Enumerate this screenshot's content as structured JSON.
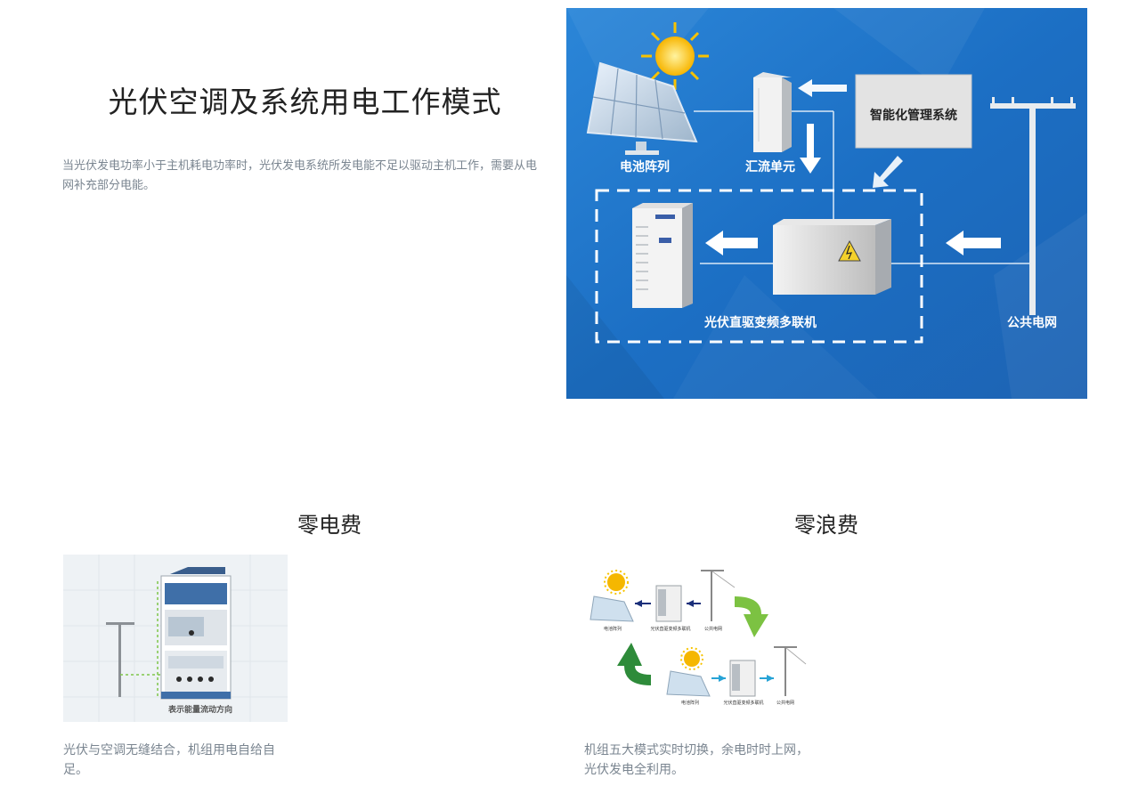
{
  "main": {
    "title": "光伏空调及系统用电工作模式",
    "intro": "当光伏发电功率小于主机耗电功率时，光伏发电系统所发电能不足以驱动主机工作，需要从电网补充部分电能。"
  },
  "diagram": {
    "bg_color": "#1e72c6",
    "labels": {
      "battery": "电池阵列",
      "combiner": "汇流单元",
      "management": "智能化管理系统",
      "unit": "光伏直驱变频多联机",
      "grid": "公共电网"
    }
  },
  "features": [
    {
      "title": "零电费",
      "image_caption": "表示能量流动方向",
      "description": "光伏与空调无缝结合，机组用电自给自足。"
    },
    {
      "title": "零浪费",
      "image_labels": {
        "top_battery": "电池阵列",
        "top_unit": "光伏直驱变频多联机",
        "top_grid": "公共电网",
        "bottom_battery": "电池阵列",
        "bottom_unit": "光伏直驱变频多联机",
        "bottom_grid": "公共电网"
      },
      "description": "机组五大模式实时切换，余电时时上网，光伏发电全利用。"
    }
  ]
}
